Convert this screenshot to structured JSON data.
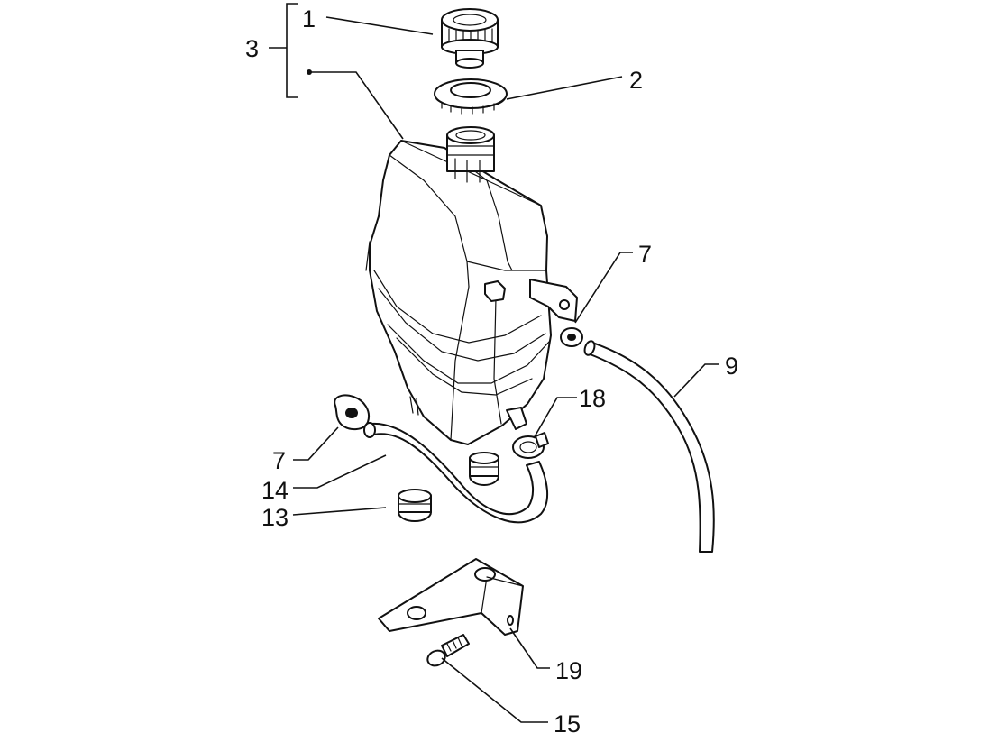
{
  "callouts": {
    "c1": "1",
    "c2": "2",
    "c3": "3",
    "c7a": "7",
    "c7b": "7",
    "c9": "9",
    "c13": "13",
    "c14": "14",
    "c15": "15",
    "c18": "18",
    "c19": "19"
  }
}
